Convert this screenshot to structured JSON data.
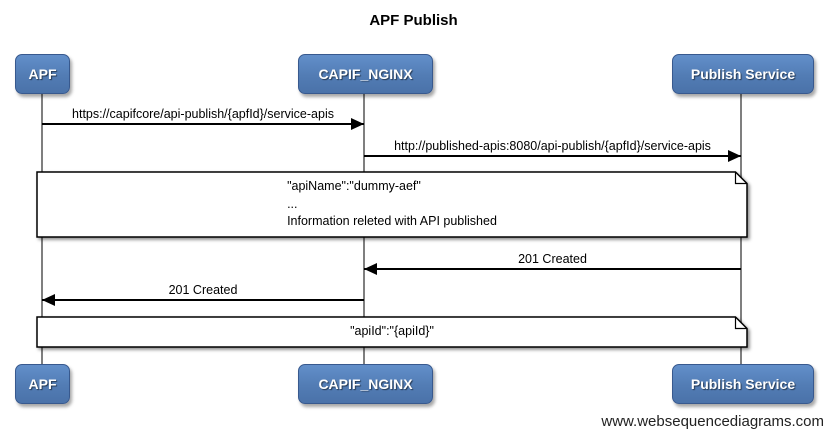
{
  "diagram": {
    "title": "APF Publish",
    "watermark": "www.websequencediagrams.com",
    "colors": {
      "actor_fill": "#527cb4",
      "actor_border": "#38598e",
      "actor_text": "#ffffff",
      "lifeline": "#7f7f7f",
      "message_line": "#000000",
      "note_fill": "#ffffff",
      "note_border": "#000000",
      "background": "#ffffff"
    },
    "actors": [
      {
        "name": "APF"
      },
      {
        "name": "CAPIF_NGINX"
      },
      {
        "name": "Publish Service"
      }
    ],
    "messages": [
      {
        "from": "APF",
        "to": "CAPIF_NGINX",
        "direction": "right",
        "label": "https://capifcore/api-publish/{apfId}/service-apis"
      },
      {
        "from": "CAPIF_NGINX",
        "to": "Publish Service",
        "direction": "right",
        "label": "http://published-apis:8080/api-publish/{apfId}/service-apis"
      },
      {
        "from": "Publish Service",
        "to": "CAPIF_NGINX",
        "direction": "left",
        "label": "201 Created"
      },
      {
        "from": "CAPIF_NGINX",
        "to": "APF",
        "direction": "left",
        "label": "201 Created"
      }
    ],
    "notes": [
      {
        "lines": [
          "\"apiName\":\"dummy-aef\"",
          "...",
          "Information releted with API published"
        ]
      },
      {
        "lines": [
          "\"apiId\":\"{apiId}\""
        ]
      }
    ]
  }
}
